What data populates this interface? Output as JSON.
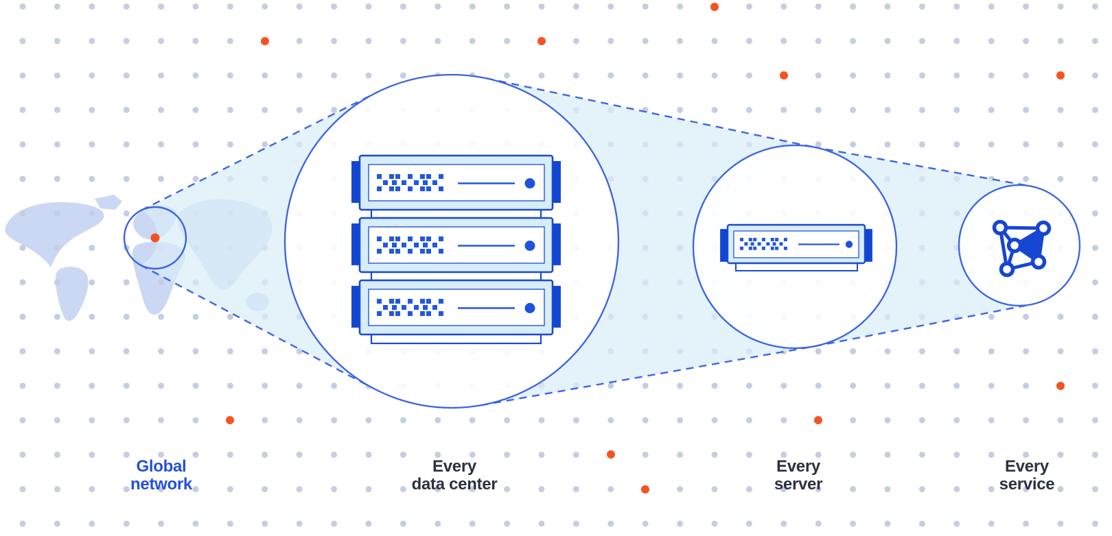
{
  "title": "Global network zoom diagram",
  "stages": [
    {
      "id": "global-network",
      "line1": "Global",
      "line2": "network",
      "icon": "world-map-with-location-marker",
      "label_color": "#2450d8"
    },
    {
      "id": "every-data-center",
      "line1": "Every",
      "line2": "data center",
      "icon": "server-rack-3-units",
      "label_color": "#2b3140"
    },
    {
      "id": "every-server",
      "line1": "Every",
      "line2": "server",
      "icon": "server-unit",
      "label_color": "#2b3140"
    },
    {
      "id": "every-service",
      "line1": "Every",
      "line2": "service",
      "icon": "network-mesh",
      "label_color": "#2b3140"
    }
  ],
  "colors": {
    "background": "#ffffff",
    "grid_dot": "#c5cde2",
    "accent_orange": "#f55321",
    "map_fill": "#cbd8f3",
    "map_fill_light": "#d6e1f7",
    "funnel_fill": "#d8edf6",
    "circle_stroke": "#3a62e2",
    "dashed_line": "#3f64e2",
    "server_border": "#1a49d2",
    "server_fill_light": "#d7edfa",
    "server_dark_blue": "#1146d3",
    "led_blue": "#1f52df",
    "text_dark": "#2b3140",
    "text_blue": "#2450d8"
  }
}
